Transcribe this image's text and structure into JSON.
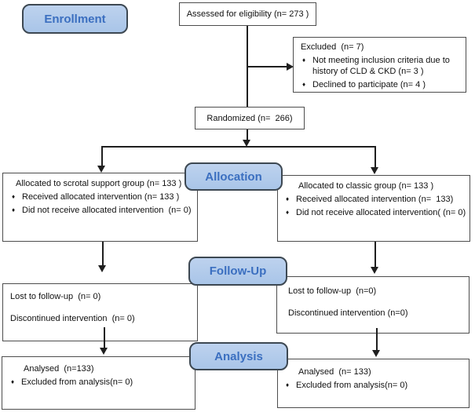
{
  "diagram": {
    "bullet": "♦",
    "badges": {
      "enrollment": "Enrollment",
      "allocation": "Allocation",
      "followup": "Follow-Up",
      "analysis": "Analysis"
    },
    "boxes": {
      "assessed": {
        "text": "Assessed for eligibility (n= 273 )"
      },
      "excluded": {
        "title": "Excluded  (n= 7)",
        "items": [
          "Not meeting inclusion criteria due to history of CLD & CKD (n= 3 )",
          "Declined to participate (n= 4 )"
        ]
      },
      "randomized": {
        "text": "Randomized (n=  266)"
      },
      "allocation_left": {
        "title": "Allocated to scrotal support group (n= 133 )",
        "items": [
          "Received allocated intervention (n= 133 )",
          "Did not receive allocated intervention  (n= 0)"
        ]
      },
      "allocation_right": {
        "title": "Allocated to classic group (n= 133 )",
        "items": [
          "Received allocated intervention (n=  133)",
          "Did not receive allocated intervention( (n= 0)"
        ]
      },
      "followup_left": {
        "lines": [
          "Lost to follow-up  (n= 0)",
          "Discontinued intervention  (n= 0)"
        ]
      },
      "followup_right": {
        "lines": [
          "Lost to follow-up  (n=0)",
          "Discontinued intervention (n=0)"
        ]
      },
      "analysis_left": {
        "title": "Analysed  (n=133)",
        "items": [
          "Excluded from analysis(n= 0)"
        ]
      },
      "analysis_right": {
        "title": "Analysed  (n= 133)",
        "items": [
          "Excluded from analysis(n= 0)"
        ]
      }
    },
    "colors": {
      "badge_fill": "#a9c5e8",
      "badge_border": "#3d4852",
      "badge_text": "#3b6fc0",
      "box_border": "#4d4d4d",
      "connector": "#1f1f1f"
    }
  }
}
